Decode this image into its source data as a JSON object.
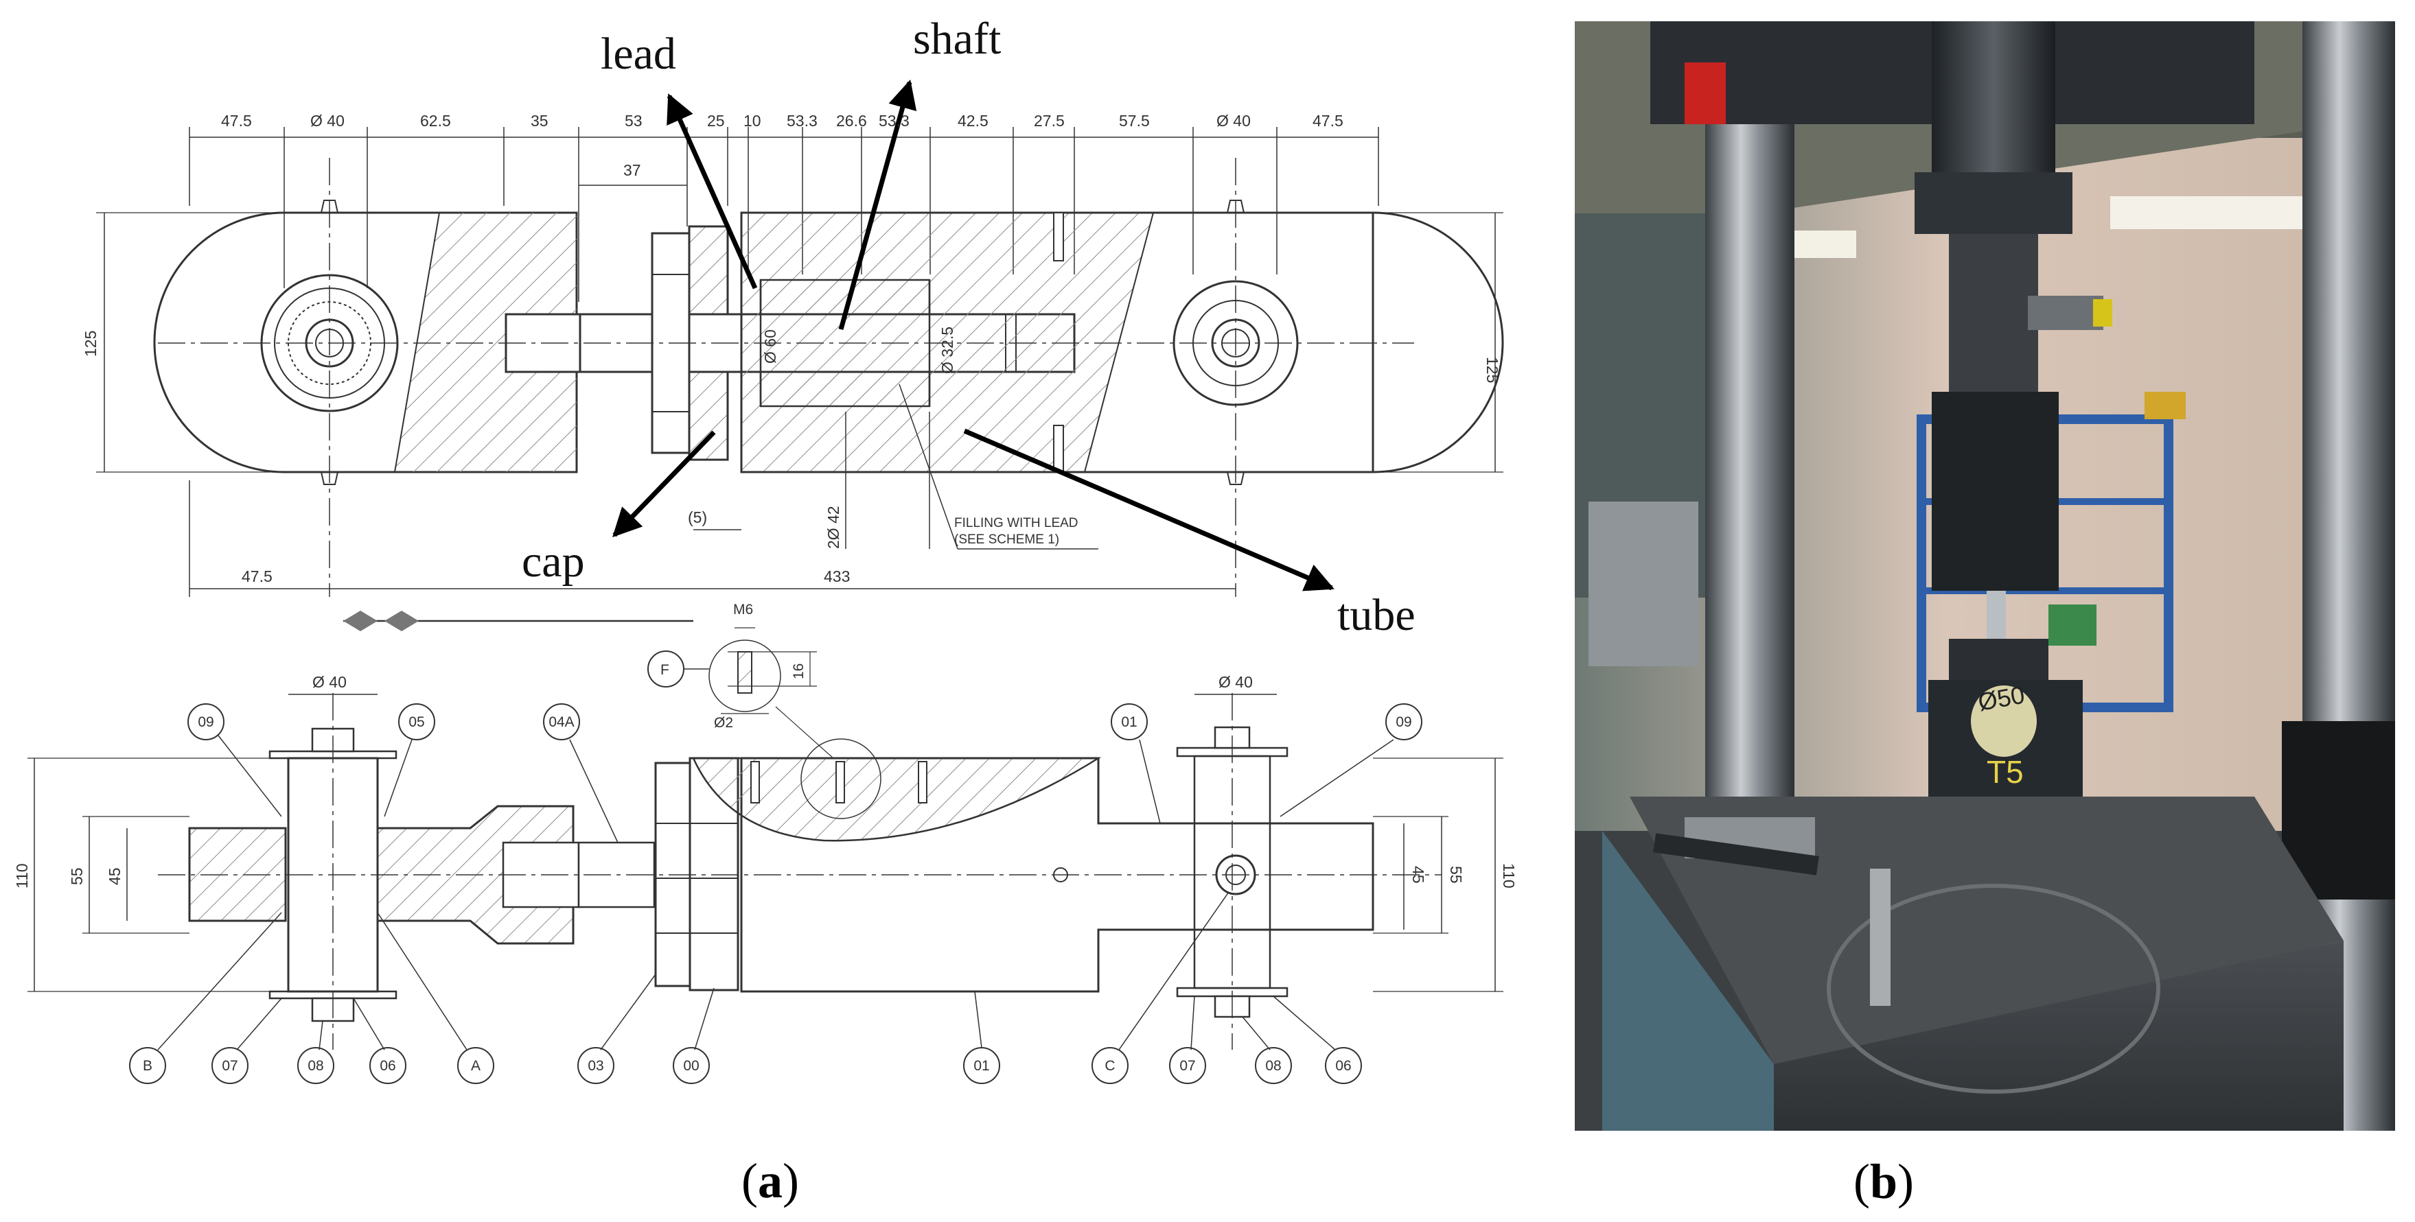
{
  "panel_a": {
    "caption": {
      "open": "(",
      "letter": "a",
      "close": ")"
    },
    "labels": {
      "lead": "lead",
      "shaft": "shaft",
      "cap": "cap",
      "tube": "tube"
    },
    "top_dims": [
      "47.5",
      "Ø 40",
      "62.5",
      "35",
      "53",
      "25",
      "10",
      "53.3",
      "26.6",
      "53.3",
      "42.5",
      "27.5",
      "57.5",
      "Ø 40",
      "47.5"
    ],
    "dim_37": "37",
    "height_left": "125",
    "height_right": "125",
    "dia_60": "Ø 60",
    "dia_325": "Ø 32.5",
    "dim_5": "(5)",
    "dim_2042": "2Ø 42",
    "note_line1": "FILLING WITH LEAD",
    "note_line2": "(SEE SCHEME 1)",
    "bottom_dim_left": "47.5",
    "bottom_dim_total": "433",
    "detail_thread": "M6",
    "detail_letter": "F",
    "detail_depth": "16",
    "detail_dia": "Ø2",
    "lower_dia_left": "Ø 40",
    "lower_dia_right": "Ø 40",
    "lower_h_110_left": "110",
    "lower_h_55_left": "55",
    "lower_h_45_left": "45",
    "lower_h_45_right": "45",
    "lower_h_55_right": "55",
    "lower_h_110_right": "110",
    "callouts_top": [
      "09",
      "05",
      "04A",
      "01",
      "09"
    ],
    "callouts_bottom": [
      "B",
      "07",
      "08",
      "06",
      "A",
      "03",
      "00",
      "01",
      "C",
      "07",
      "08",
      "06"
    ]
  },
  "panel_b": {
    "caption": {
      "open": "(",
      "letter": "b",
      "close": ")"
    },
    "specimen_marks": [
      "Ø50",
      "T5"
    ]
  },
  "colors": {
    "line": "#333333",
    "hatch": "#9a9a9a",
    "arrow": "#000000",
    "grid": "#ffffff"
  }
}
